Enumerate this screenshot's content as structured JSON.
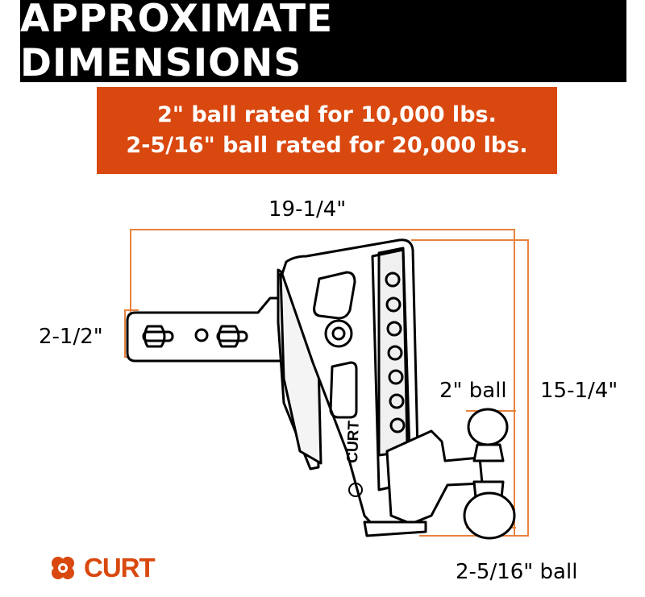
{
  "header": {
    "title": "APPROXIMATE DIMENSIONS"
  },
  "rating": {
    "line1": "2\" ball rated for 10,000 lbs.",
    "line2": "2-5/16\" ball rated for 20,000 lbs."
  },
  "dimensions": {
    "overall_length": "19-1/4\"",
    "shank_height": "2-1/2\"",
    "overall_height": "15-1/4\"",
    "small_ball": "2\" ball",
    "large_ball": "2-5/16\" ball"
  },
  "brand": {
    "name": "CURT",
    "mount_mark": "CURT"
  },
  "colors": {
    "accent": "#d9480f",
    "dimension_line": "#e8823c",
    "title_bg": "#000000"
  }
}
